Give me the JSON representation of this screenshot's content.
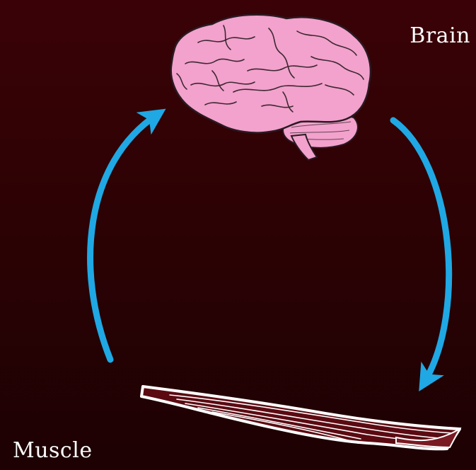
{
  "labels": {
    "brain": "Brain",
    "muscle": "Muscle"
  },
  "colors": {
    "background": "#2e0205",
    "arrow": "#1fa8e4",
    "brain_fill": "#f2a2cc",
    "brain_stroke": "#2a1a22",
    "muscle_fill": "#5b0a12",
    "outline": "#ffffff"
  },
  "icons": [
    "brain-icon",
    "muscle-icon",
    "arrow-brain-to-muscle",
    "arrow-muscle-to-brain"
  ]
}
